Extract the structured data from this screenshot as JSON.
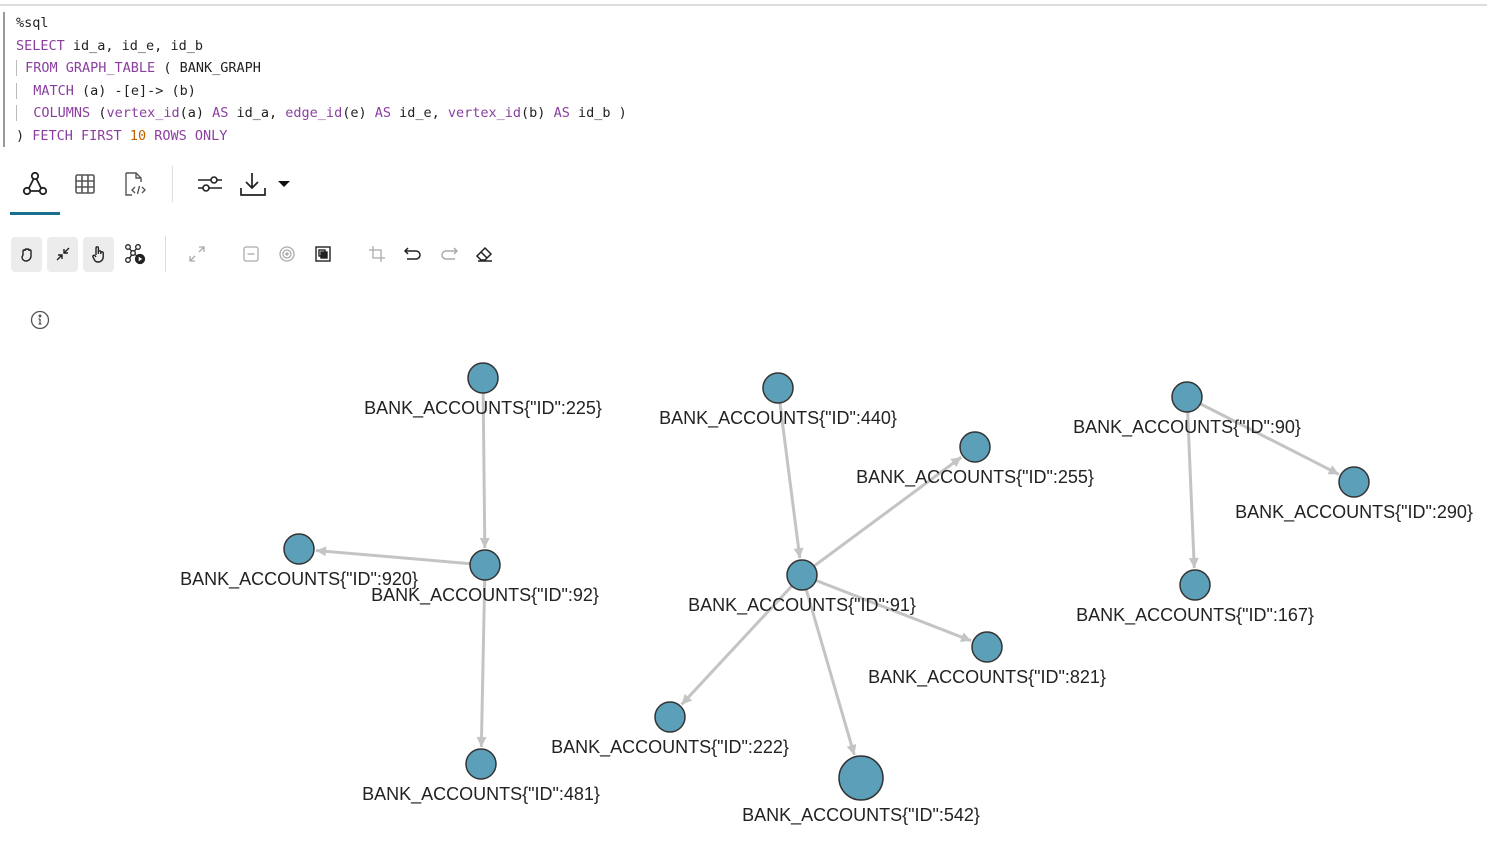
{
  "code": {
    "magic": "%sql",
    "line1": {
      "kw": "SELECT",
      "rest": " id_a, id_e, id_b"
    },
    "line2": {
      "kw": "FROM GRAPH_TABLE",
      "rest": " ( BANK_GRAPH"
    },
    "line3": {
      "kw": "MATCH",
      "rest": " (a) -[e]-> (b)"
    },
    "line4": {
      "kw": "COLUMNS",
      "p1": " (",
      "f1": "vertex_id",
      "a1": "(a) ",
      "as1": "AS",
      " id1": " id_a, ",
      "f2": "edge_id",
      "a2": "(e) ",
      "as2": "AS",
      "id2": " id_e, ",
      "f3": "vertex_id",
      "a3": "(b) ",
      "as3": "AS",
      "id3": " id_b )"
    },
    "line5": {
      "p": ") ",
      "kw1": "FETCH FIRST ",
      "num": "10",
      "kw2": " ROWS ONLY"
    }
  },
  "tabs": [
    {
      "name": "graph-view",
      "active": true
    },
    {
      "name": "table-view"
    },
    {
      "name": "json-view"
    },
    {
      "name": "settings"
    },
    {
      "name": "download"
    }
  ],
  "toolbar": [
    "pan",
    "collapse",
    "select",
    "explore",
    "fit",
    "group",
    "focus",
    "fit-selection",
    "crop",
    "undo",
    "redo",
    "clear"
  ],
  "colors": {
    "node": "#5b9fb8",
    "edge": "#c4c4c4",
    "accent": "#1b6f8e"
  },
  "graph": {
    "nodes": [
      {
        "id": "225",
        "label": "BANK_ACCOUNTS{\"ID\":225}"
      },
      {
        "id": "92",
        "label": "BANK_ACCOUNTS{\"ID\":92}"
      },
      {
        "id": "920",
        "label": "BANK_ACCOUNTS{\"ID\":920}"
      },
      {
        "id": "481",
        "label": "BANK_ACCOUNTS{\"ID\":481}"
      },
      {
        "id": "440",
        "label": "BANK_ACCOUNTS{\"ID\":440}"
      },
      {
        "id": "91",
        "label": "BANK_ACCOUNTS{\"ID\":91}"
      },
      {
        "id": "255",
        "label": "BANK_ACCOUNTS{\"ID\":255}"
      },
      {
        "id": "821",
        "label": "BANK_ACCOUNTS{\"ID\":821}"
      },
      {
        "id": "222",
        "label": "BANK_ACCOUNTS{\"ID\":222}"
      },
      {
        "id": "542",
        "label": "BANK_ACCOUNTS{\"ID\":542}"
      },
      {
        "id": "90",
        "label": "BANK_ACCOUNTS{\"ID\":90}"
      },
      {
        "id": "290",
        "label": "BANK_ACCOUNTS{\"ID\":290}"
      },
      {
        "id": "167",
        "label": "BANK_ACCOUNTS{\"ID\":167}"
      }
    ],
    "edges": [
      [
        "225",
        "92"
      ],
      [
        "92",
        "920"
      ],
      [
        "92",
        "481"
      ],
      [
        "440",
        "91"
      ],
      [
        "91",
        "255"
      ],
      [
        "91",
        "821"
      ],
      [
        "91",
        "222"
      ],
      [
        "91",
        "542"
      ],
      [
        "90",
        "290"
      ],
      [
        "90",
        "167"
      ]
    ]
  }
}
